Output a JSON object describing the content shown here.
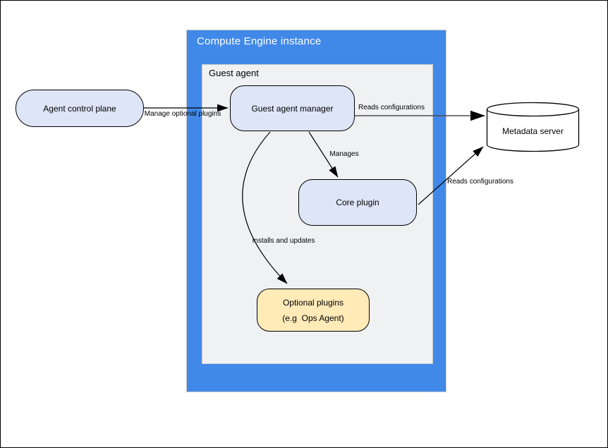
{
  "diagram": {
    "outer_container": {
      "title": "Compute Engine instance",
      "fill": "#4189e8"
    },
    "inner_container": {
      "title": "Guest agent",
      "fill": "#f0f1f3"
    },
    "nodes": {
      "agent_control_plane": {
        "label": "Agent control plane",
        "fill": "#dde5f7",
        "shape": "rounded-rect"
      },
      "guest_agent_manager": {
        "label": "Guest agent manager",
        "fill": "#dde5f7",
        "shape": "rounded-rect"
      },
      "core_plugin": {
        "label": "Core plugin",
        "fill": "#dde5f7",
        "shape": "rounded-rect"
      },
      "optional_plugins": {
        "label_line1": "Optional plugins",
        "label_line2": "(e.g  Ops Agent)",
        "fill": "#ffeab8",
        "shape": "rounded-rect"
      },
      "metadata_server": {
        "label": "Metadata server",
        "fill": "#ffffff",
        "shape": "cylinder"
      }
    },
    "edges": [
      {
        "from": "agent_control_plane",
        "to": "guest_agent_manager",
        "label": "Manage optional plugins",
        "color": "#000000"
      },
      {
        "from": "guest_agent_manager",
        "to": "metadata_server",
        "label": "Reads configurations",
        "color": "#4d4d4d"
      },
      {
        "from": "guest_agent_manager",
        "to": "core_plugin",
        "label": "Manages",
        "color": "#000000"
      },
      {
        "from": "core_plugin",
        "to": "metadata_server",
        "label": "Reads configurations",
        "color": "#000000"
      },
      {
        "from": "guest_agent_manager",
        "to": "optional_plugins",
        "label": "Installs and updates",
        "color": "#000000"
      }
    ]
  }
}
